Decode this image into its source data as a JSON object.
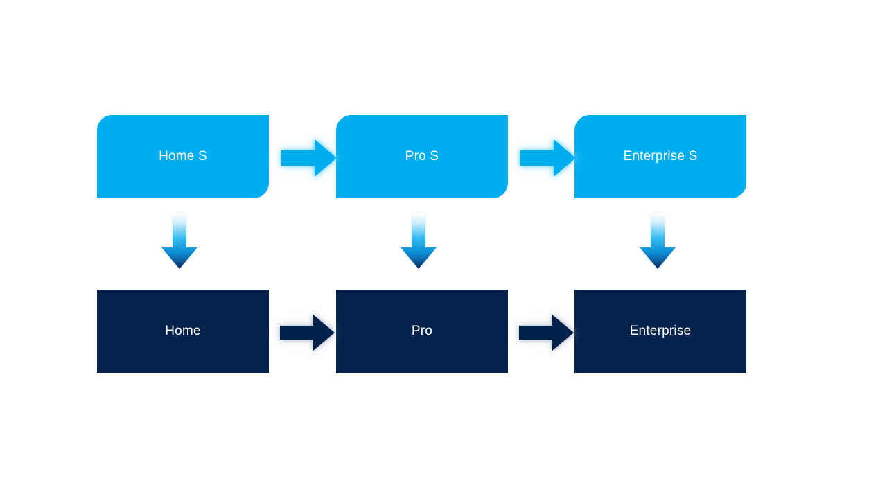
{
  "diagram": {
    "type": "process-flow",
    "background_color": "#ffffff",
    "palette": {
      "service_blue": "#00AEEF",
      "product_navy": "#04224C",
      "label_text": "#ffffff",
      "gradient_top": "#ffffff",
      "gradient_mid": "#0BA9E8",
      "gradient_bottom": "#062A5E"
    },
    "rows": [
      {
        "id": "service-row",
        "style": "service",
        "nodes": [
          {
            "id": "home-s",
            "label": "Home S"
          },
          {
            "id": "pro-s",
            "label": "Pro S"
          },
          {
            "id": "enterprise-s",
            "label": "Enterprise S"
          }
        ]
      },
      {
        "id": "product-row",
        "style": "product",
        "nodes": [
          {
            "id": "home",
            "label": "Home"
          },
          {
            "id": "pro",
            "label": "Pro"
          },
          {
            "id": "enterprise",
            "label": "Enterprise"
          }
        ]
      }
    ],
    "connectors": [
      {
        "id": "home-s-to-pro-s",
        "icon": "right-arrow-icon",
        "direction": "right",
        "color": "#00AEEF"
      },
      {
        "id": "pro-s-to-enterprise-s",
        "icon": "right-arrow-icon",
        "direction": "right",
        "color": "#00AEEF"
      },
      {
        "id": "home-to-pro",
        "icon": "right-arrow-icon",
        "direction": "right",
        "color": "#04224C"
      },
      {
        "id": "pro-to-enterprise",
        "icon": "right-arrow-icon",
        "direction": "right",
        "color": "#04224C"
      },
      {
        "id": "home-s-to-home",
        "icon": "down-arrow-icon",
        "direction": "down",
        "color": "gradient"
      },
      {
        "id": "pro-s-to-pro",
        "icon": "down-arrow-icon",
        "direction": "down",
        "color": "gradient"
      },
      {
        "id": "enterprise-s-to-enterprise",
        "icon": "down-arrow-icon",
        "direction": "down",
        "color": "gradient"
      }
    ]
  }
}
